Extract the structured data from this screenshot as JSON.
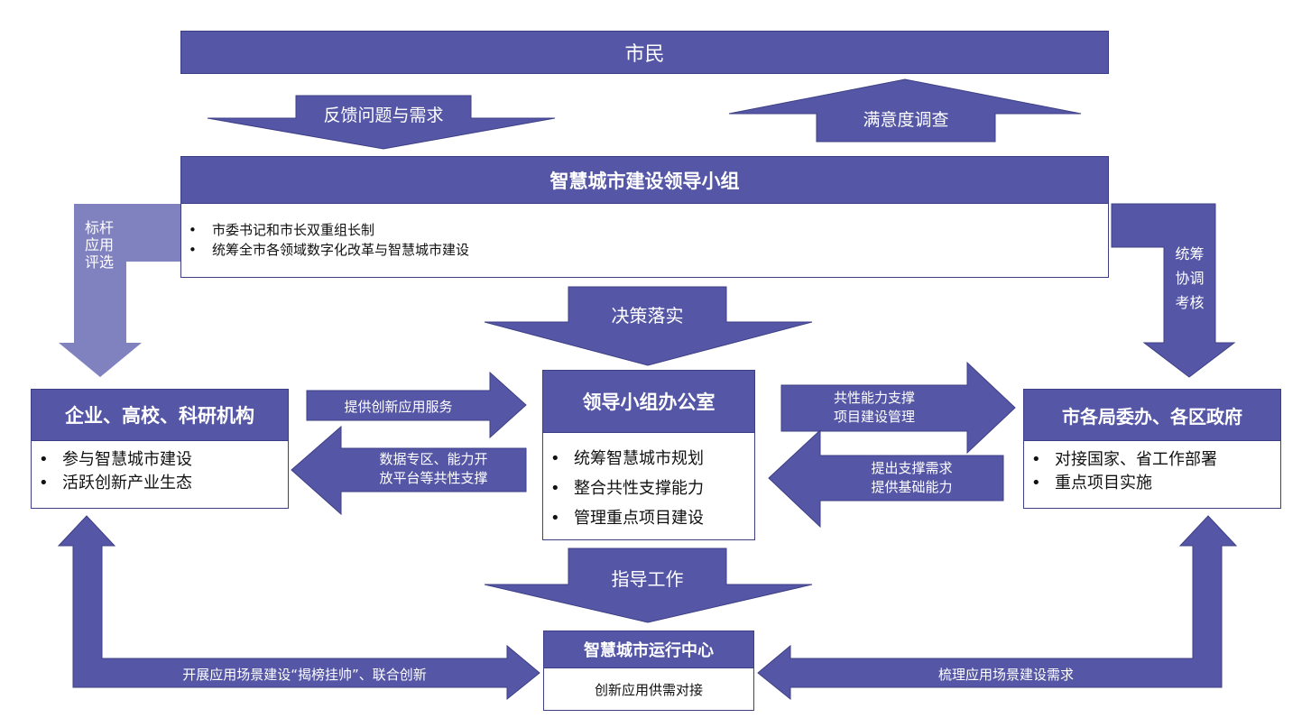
{
  "colors": {
    "box": "#5557a6",
    "arrow": "#5557a6",
    "arrow_light": "#8081bf",
    "border": "#3d3f85"
  },
  "citizens": {
    "title": "市民"
  },
  "arrows": {
    "feedback": "反馈问题与需求",
    "satisfaction": "满意度调查",
    "benchmark": "标杆应用评选",
    "coordinate": [
      "统筹",
      "协调",
      "考核"
    ],
    "decision": "决策落实",
    "provide_service": "提供创新应用服务",
    "data_support": [
      "数据专区、能力开",
      "放平台等共性支撑"
    ],
    "common_capability": [
      "共性能力支撑",
      "项目建设管理"
    ],
    "request_support": [
      "提出支撑需求",
      "提供基础能力"
    ],
    "guide": "指导工作",
    "scene_building": "开展应用场景建设“揭榜挂帅”、联合创新",
    "sort_demand": "梳理应用场景建设需求"
  },
  "leading_group": {
    "title": "智慧城市建设领导小组",
    "items": [
      "市委书记和市长双重组长制",
      "统筹全市各领域数字化改革与智慧城市建设"
    ]
  },
  "enterprise": {
    "title": "企业、高校、科研机构",
    "items": [
      "参与智慧城市建设",
      "活跃创新产业生态"
    ]
  },
  "office": {
    "title": "领导小组办公室",
    "items": [
      "统筹智慧城市规划",
      "整合共性支撑能力",
      "管理重点项目建设"
    ]
  },
  "bureaus": {
    "title": "市各局委办、各区政府",
    "items": [
      "对接国家、省工作部署",
      "重点项目实施"
    ]
  },
  "operation": {
    "title": "智慧城市运行中心",
    "subtitle": "创新应用供需对接"
  }
}
